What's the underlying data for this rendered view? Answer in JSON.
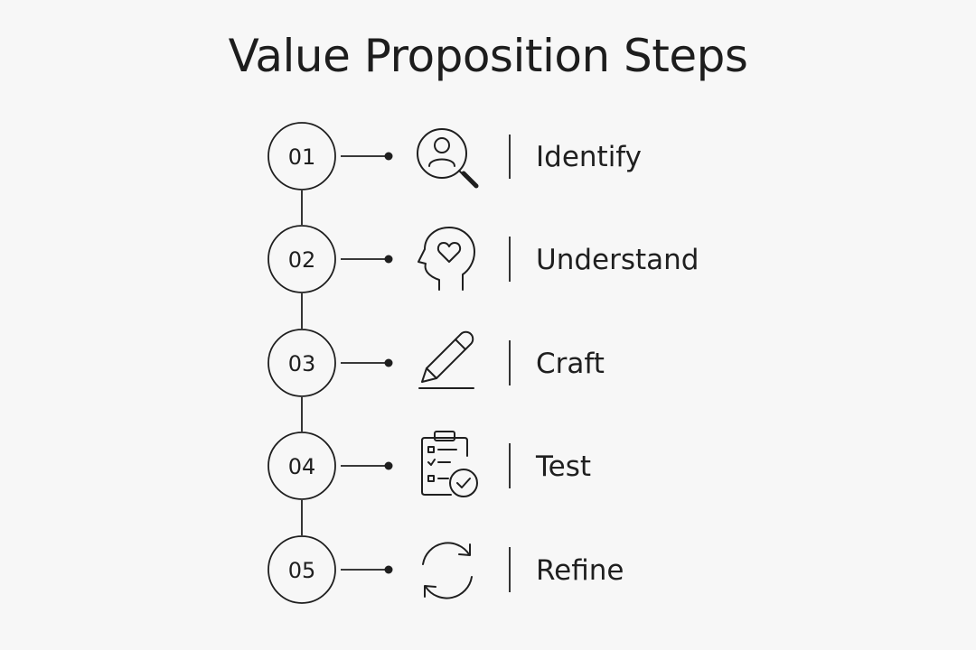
{
  "title": "Value Proposition Steps",
  "steps": [
    {
      "number": "01",
      "label": "Identify",
      "icon": "user-search-icon"
    },
    {
      "number": "02",
      "label": "Understand",
      "icon": "head-heart-icon"
    },
    {
      "number": "03",
      "label": "Craft",
      "icon": "pencil-icon"
    },
    {
      "number": "04",
      "label": "Test",
      "icon": "clipboard-check-icon"
    },
    {
      "number": "05",
      "label": "Refine",
      "icon": "refresh-icon"
    }
  ],
  "colors": {
    "background": "#f7f7f7",
    "stroke": "#1f1f1f"
  }
}
